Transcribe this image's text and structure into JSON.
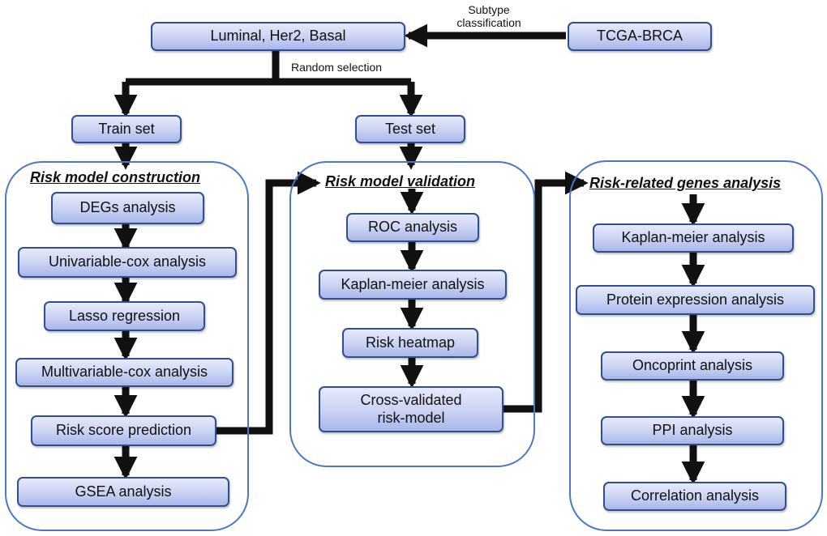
{
  "diagram": {
    "top": {
      "subtypes": "Luminal, Her2, Basal",
      "source": "TCGA-BRCA",
      "subtype_label_line1": "Subtype",
      "subtype_label_line2": "classification",
      "random_label": "Random selection"
    },
    "sets": {
      "train": "Train set",
      "test": "Test set"
    },
    "groups": [
      {
        "title": "Risk model construction",
        "steps": [
          "DEGs analysis",
          "Univariable-cox analysis",
          "Lasso regression",
          "Multivariable-cox analysis",
          "Risk score prediction",
          "GSEA analysis"
        ]
      },
      {
        "title": "Risk model validation",
        "steps": [
          "ROC analysis",
          "Kaplan-meier analysis",
          "Risk heatmap",
          "Cross-validated",
          "risk-model"
        ]
      },
      {
        "title": "Risk-related genes analysis",
        "steps": [
          "Kaplan-meier analysis",
          "Protein expression analysis",
          "Oncoprint analysis",
          "PPI analysis",
          "Correlation analysis"
        ]
      }
    ],
    "colors": {
      "node_border": "#2f4f8f",
      "node_fill_top": "#e6eafb",
      "node_fill_bottom": "#a9b6ea",
      "group_border": "#4a78c4",
      "arrow": "#111111"
    }
  }
}
